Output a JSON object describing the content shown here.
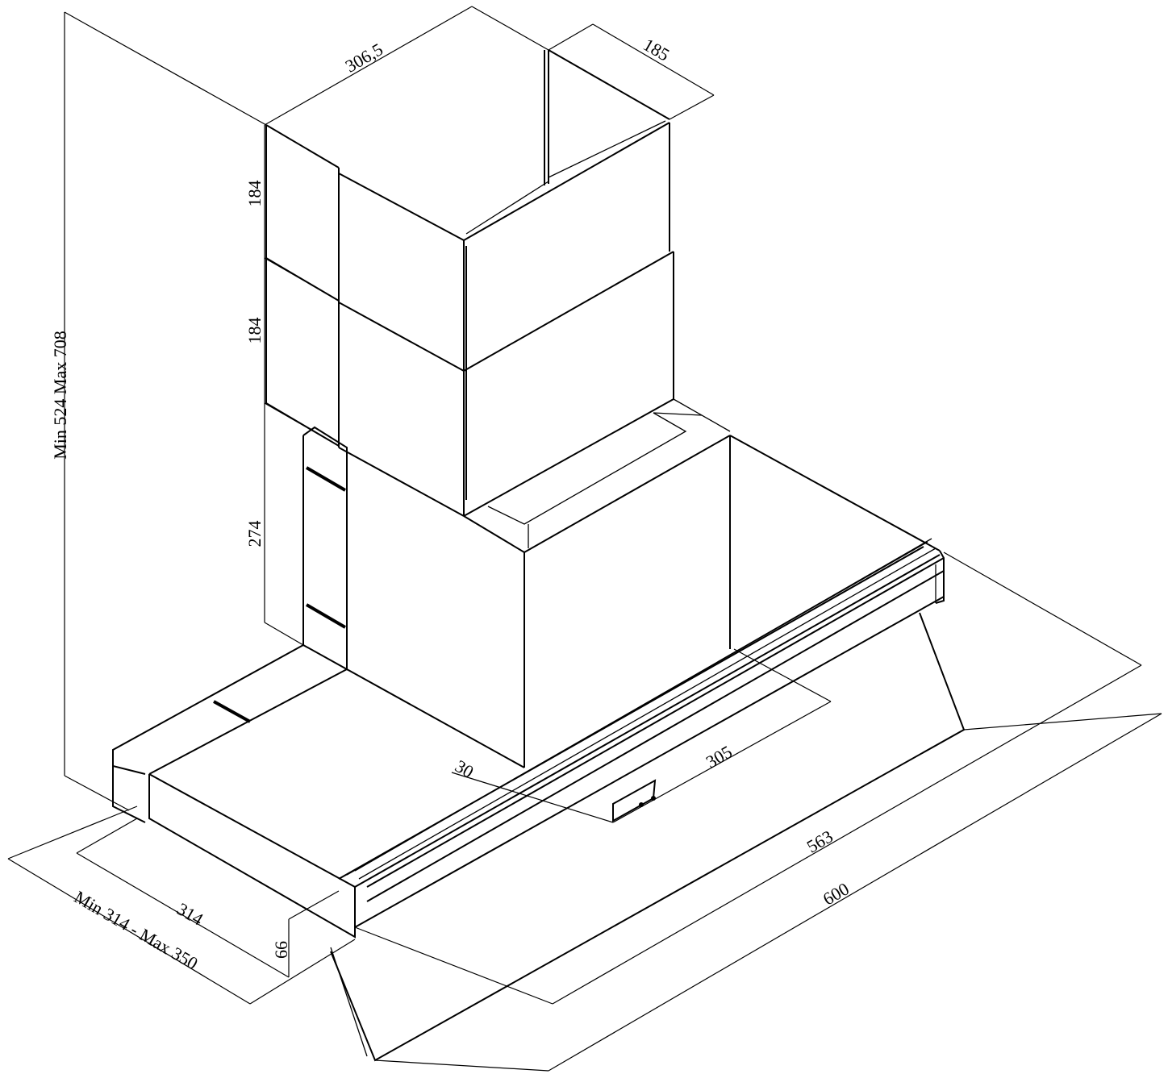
{
  "drawing": {
    "title": "Chimney hood dimension drawing",
    "dimensions": {
      "total_height": "Min 524 Max 708",
      "chimney_width": "306,5",
      "chimney_depth": "185",
      "upper_section": "184",
      "middle_section": "184",
      "motor_section": "274",
      "offset": "30",
      "depth_305": "305",
      "inner_width": "563",
      "total_width": "600",
      "bracket_depth": "314",
      "bracket_range": "Min 314 - Max 350",
      "front_height": "66"
    }
  }
}
